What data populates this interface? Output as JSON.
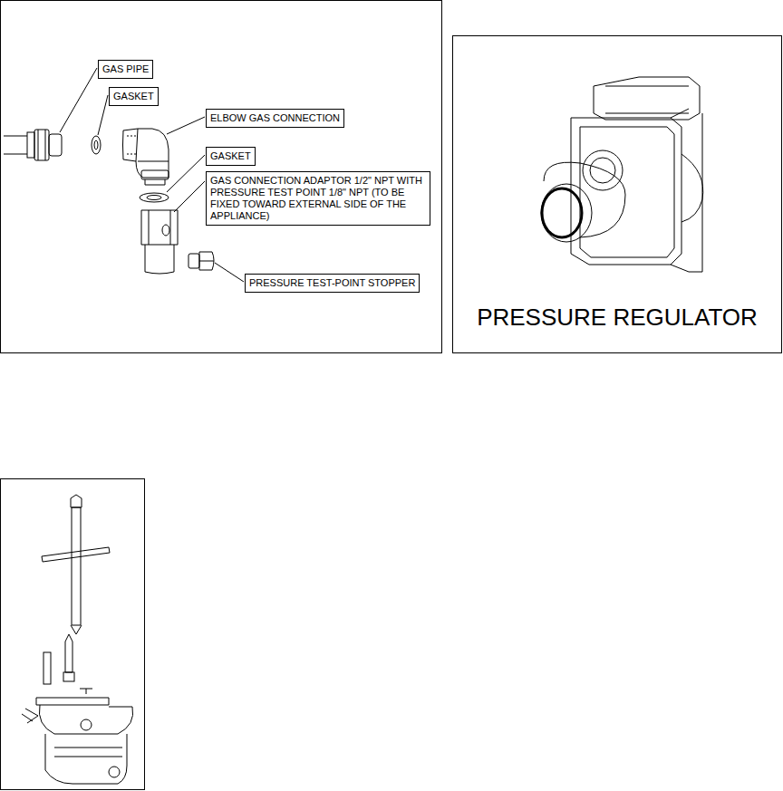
{
  "diagram": {
    "nodes": [
      {
        "text": [
          "GAS PIPE"
        ]
      },
      {
        "text": [
          "GASKET"
        ]
      },
      {
        "text": [
          "ELBOW GAS CONNECTION"
        ]
      },
      {
        "text": [
          "GASKET"
        ]
      },
      {
        "text": [
          "GAS CONNECTION ADAPTOR 1/2\" NPT WITH PRESSURE TEST POINT 1/8\" NPT (TO BE FIXED TOWARD EXTERNAL SIDE OF THE APPLIANCE)"
        ]
      },
      {
        "text": [
          "PRESSURE TEST-POINT STOPPER"
        ]
      },
      {
        "text": [
          "PRESSURE REGULATOR"
        ]
      }
    ]
  }
}
